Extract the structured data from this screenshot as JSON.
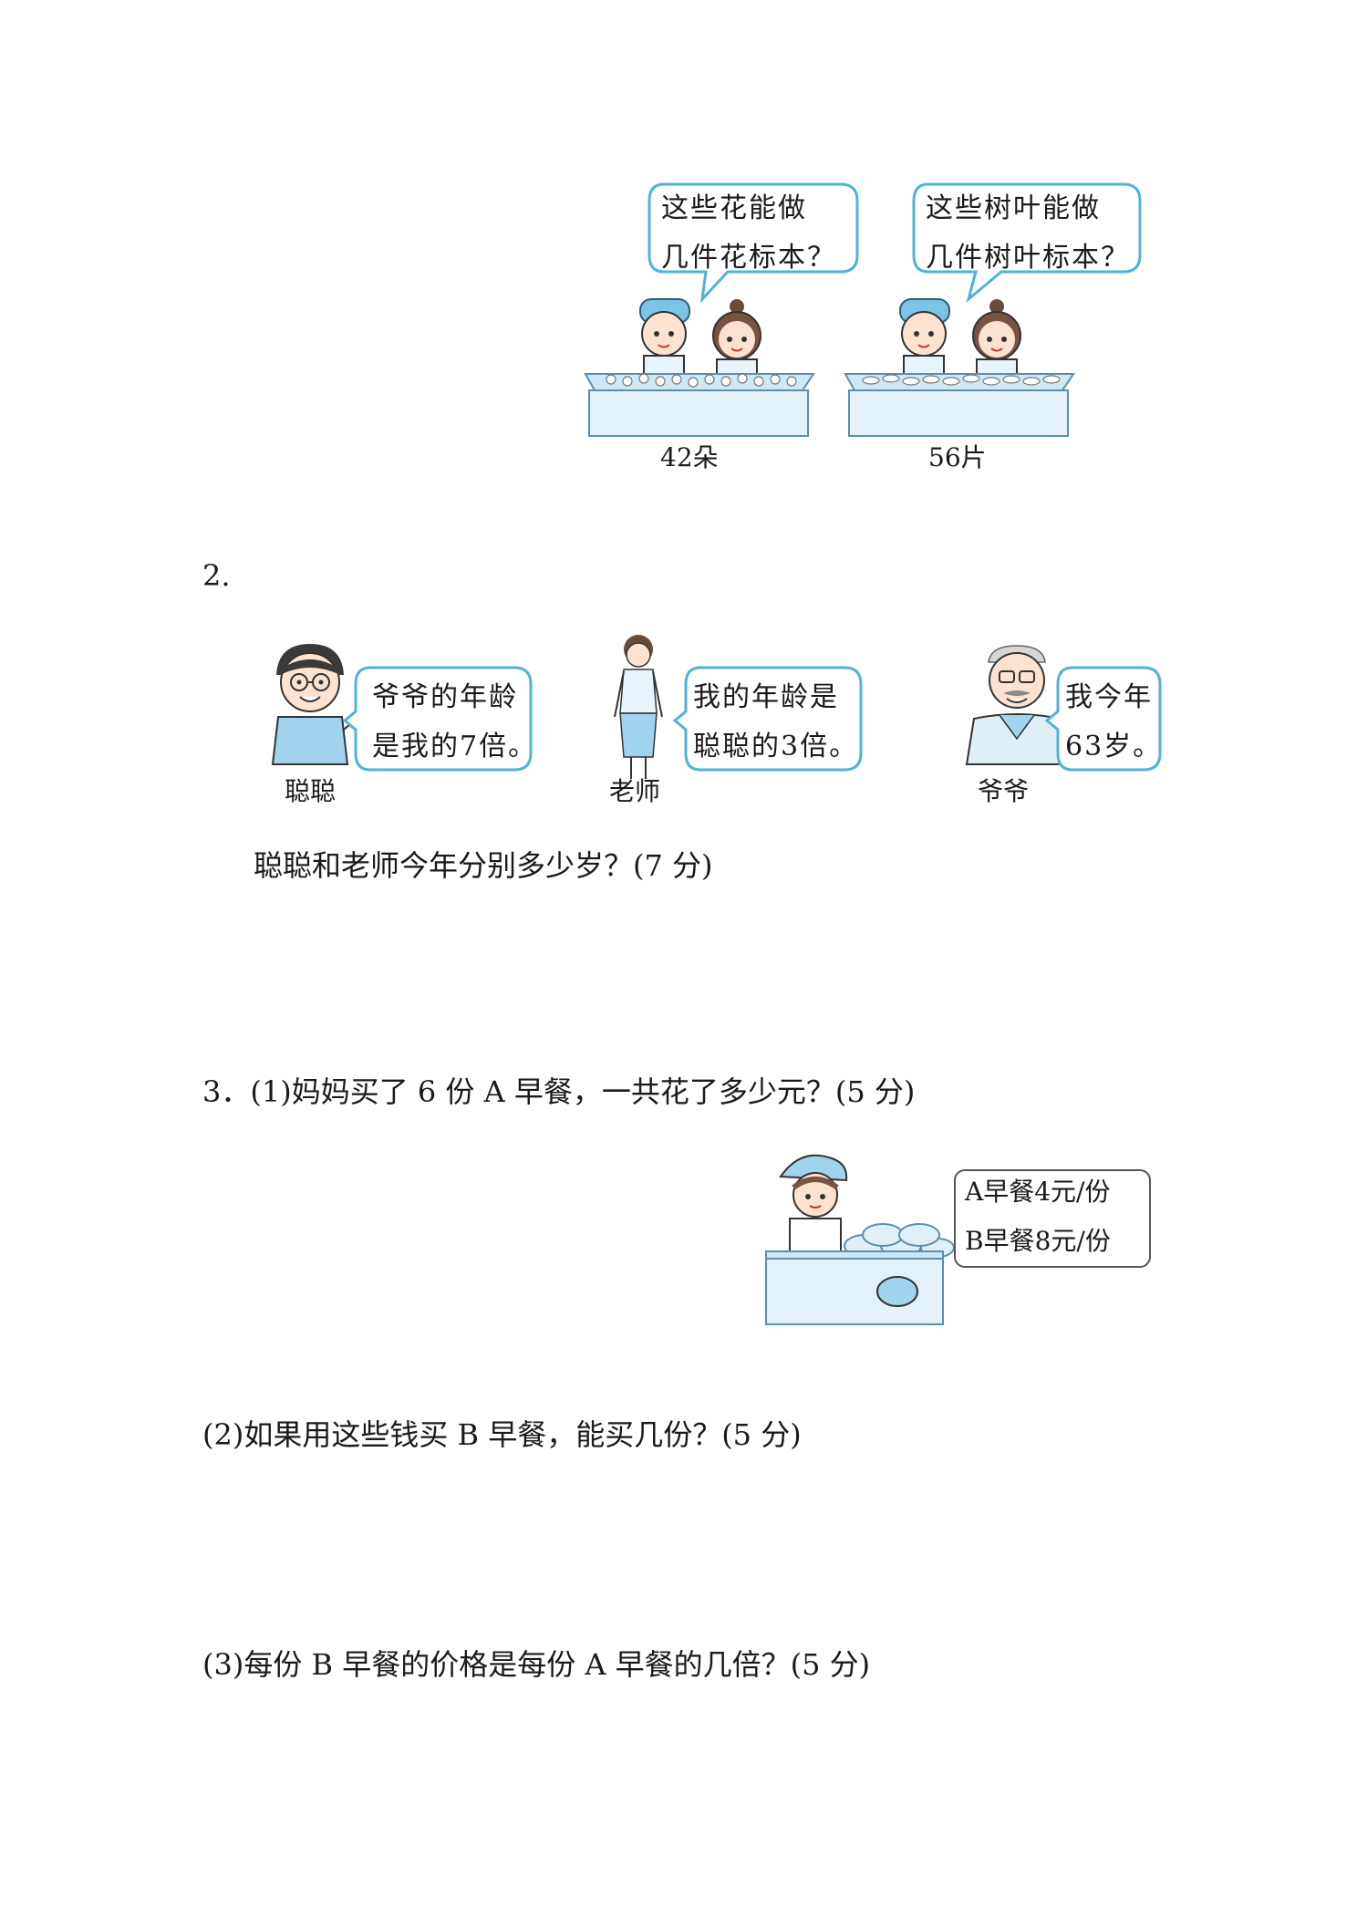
{
  "q1": {
    "left_bubble": {
      "line1": "这些花能做",
      "line2": "几件花标本？"
    },
    "right_bubble": {
      "line1": "这些树叶能做",
      "line2": "几件树叶标本？"
    },
    "left_caption": "42朵",
    "right_caption": "56片"
  },
  "q2": {
    "number": "2.",
    "congcong": {
      "line1": "爷爷的年龄",
      "line2": "是我的7倍。",
      "name": "聪聪"
    },
    "teacher": {
      "line1": "我的年龄是",
      "line2": "聪聪的3倍。",
      "name": "老师"
    },
    "grandpa": {
      "line1": "我今年",
      "line2": "63岁。",
      "name": "爷爷"
    },
    "question": "聪聪和老师今年分别多少岁？(7 分)"
  },
  "q3": {
    "part1": "3．(1)妈妈买了 6 份 A 早餐，一共花了多少元？(5 分)",
    "sign": {
      "line1": "A早餐4元/份",
      "line2": "B早餐8元/份"
    },
    "part2": "(2)如果用这些钱买 B 早餐，能买几份？(5 分)",
    "part3": "(3)每份 B 早餐的价格是每份 A 早餐的几倍？(5 分)"
  },
  "colors": {
    "bubble_stroke": "#4fb3d9",
    "counter_fill": "#d9eef8",
    "counter_stroke": "#5a8fb0"
  }
}
